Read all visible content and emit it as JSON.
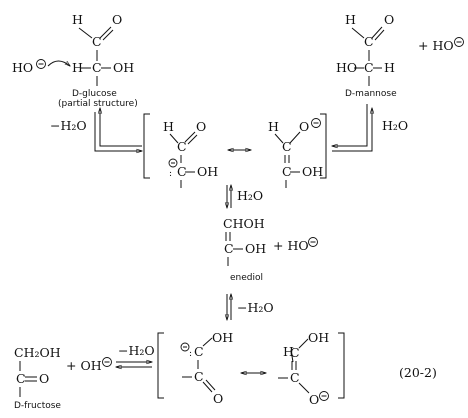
{
  "labels": {
    "glucose_name": "D-glucose",
    "glucose_note": "(partial structure)",
    "mannose_name": "D-mannose",
    "enediol_name": "enediol",
    "fructose_name": "D-fructose",
    "equation_number": "(20-2)"
  },
  "reagents": {
    "hydroxide": "HO",
    "water_loss": "−H₂O",
    "water": "H₂O",
    "hydroxide_plus": "+ HO",
    "hydroxide_oh": "+ OH"
  },
  "atoms": {
    "H": "H",
    "C": "C",
    "O": "O",
    "OH": "OH",
    "HO": "HO",
    "CHOH": "CHOH",
    "CH2OH": "CH₂OH",
    "minus": "−"
  }
}
